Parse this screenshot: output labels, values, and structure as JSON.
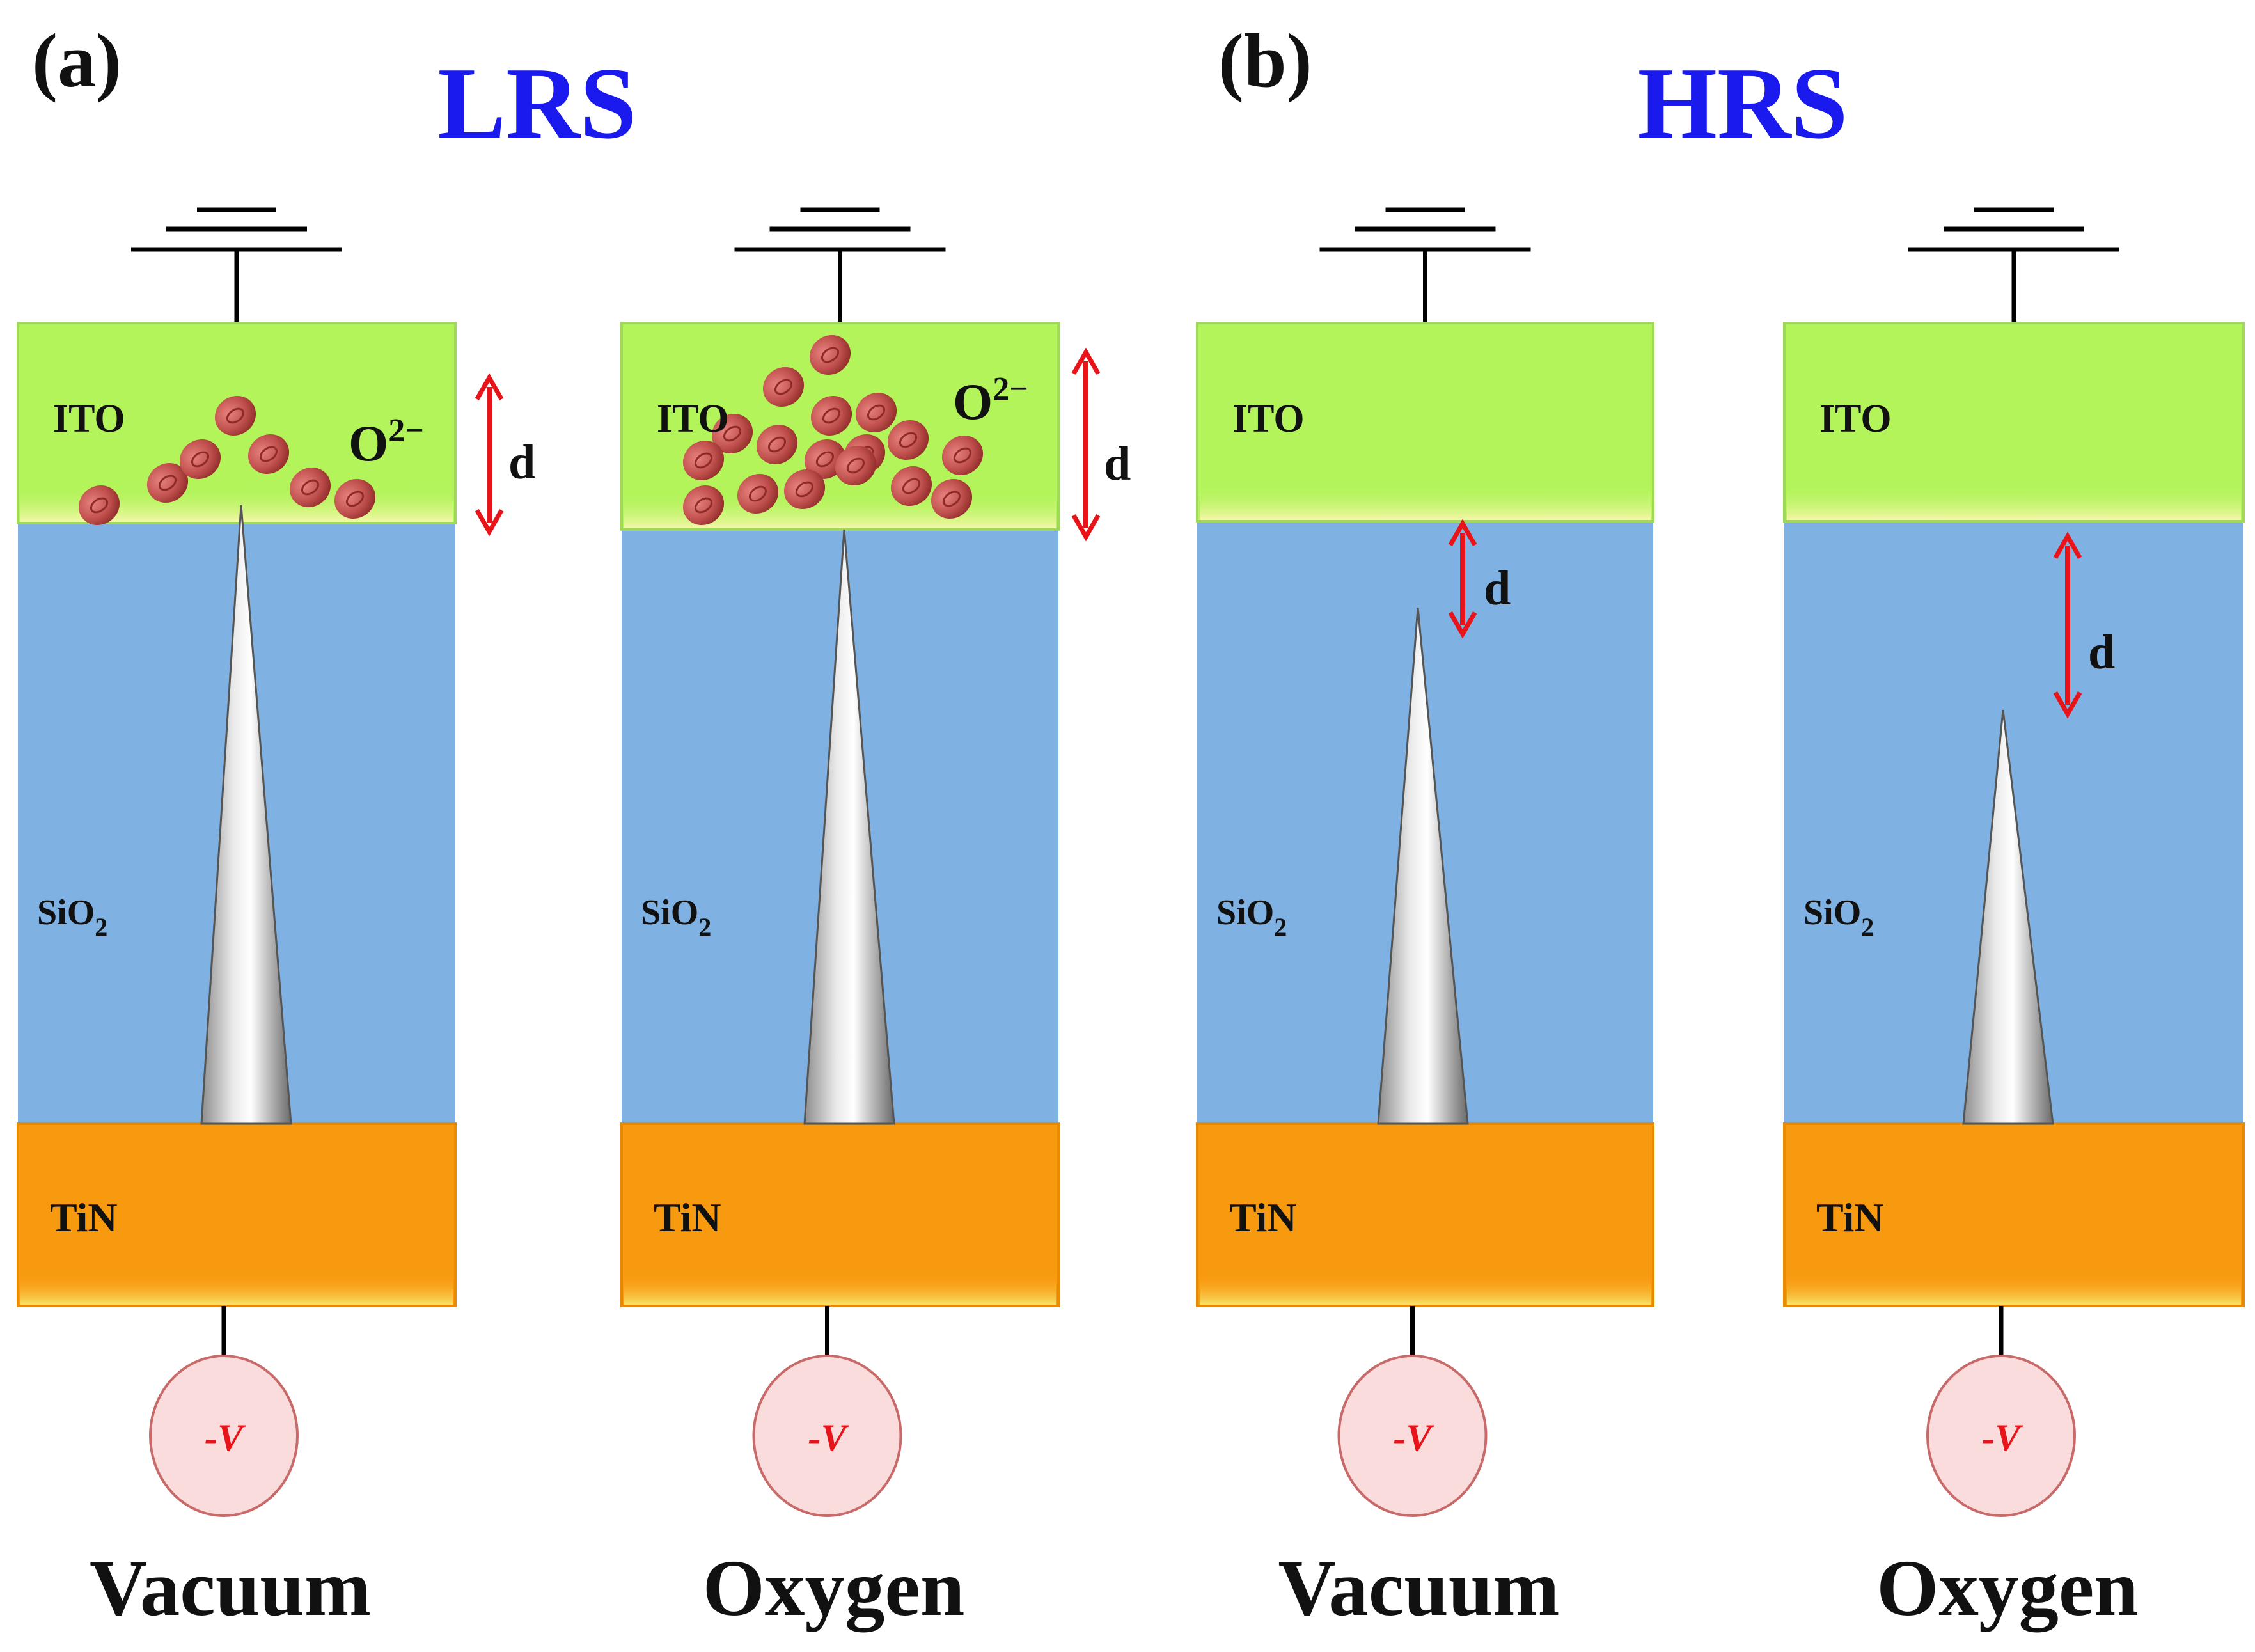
{
  "panels": [
    {
      "tag": "(a)",
      "title": "LRS"
    },
    {
      "tag": "(b)",
      "title": "HRS"
    }
  ],
  "devices": [
    {
      "env": "Vacuum",
      "state": "LRS",
      "top": "ITO",
      "middle": "SiO",
      "middle_sub": "2",
      "bottom": "TiN",
      "source": "-V",
      "gap": "d",
      "ion": "O",
      "ion_charge": "2−"
    },
    {
      "env": "Oxygen",
      "state": "LRS",
      "top": "ITO",
      "middle": "SiO",
      "middle_sub": "2",
      "bottom": "TiN",
      "source": "-V",
      "gap": "d",
      "ion": "O",
      "ion_charge": "2−"
    },
    {
      "env": "Vacuum",
      "state": "HRS",
      "top": "ITO",
      "middle": "SiO",
      "middle_sub": "2",
      "bottom": "TiN",
      "source": "-V",
      "gap": "d"
    },
    {
      "env": "Oxygen",
      "state": "HRS",
      "top": "ITO",
      "middle": "SiO",
      "middle_sub": "2",
      "bottom": "TiN",
      "source": "-V",
      "gap": "d"
    }
  ],
  "colors": {
    "ito": "#b2f45a",
    "sio2": "#7fb2e2",
    "tin": "#f89a10",
    "title": "#1a1aee",
    "arrow": "#e8141a",
    "ion": "#c0504d",
    "source_fill": "#fbdcdc",
    "source_text": "#e8141a"
  }
}
